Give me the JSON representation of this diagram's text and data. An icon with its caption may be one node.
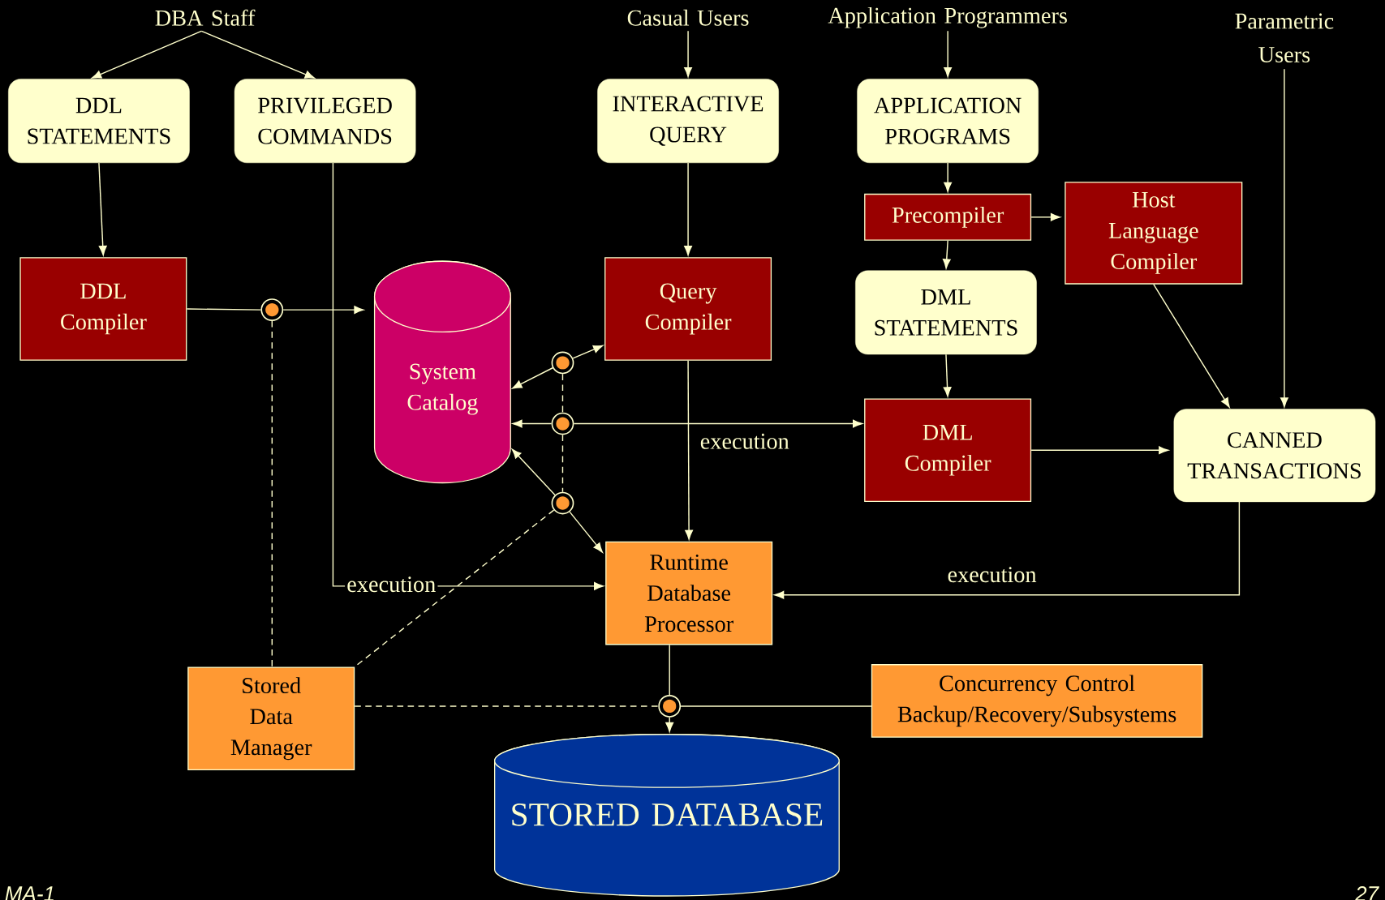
{
  "diagram": {
    "nodes": [
      {
        "text": [
          "DBA Staff"
        ]
      },
      {
        "text": [
          "Casual Users"
        ]
      },
      {
        "text": [
          "Application Programmers"
        ]
      },
      {
        "text": [
          "Parametric Users"
        ]
      },
      {
        "text": [
          "DDL STATEMENTS"
        ]
      },
      {
        "text": [
          "PRIVILEGED COMMANDS"
        ]
      },
      {
        "text": [
          "INTERACTIVE QUERY"
        ]
      },
      {
        "text": [
          "APPLICATION PROGRAMS"
        ]
      },
      {
        "text": [
          "Precompiler"
        ]
      },
      {
        "text": [
          "Host Language Compiler"
        ]
      },
      {
        "text": [
          "DML STATEMENTS"
        ]
      },
      {
        "text": [
          "DDL Compiler"
        ]
      },
      {
        "text": [
          "System Catalog"
        ]
      },
      {
        "text": [
          "Query Compiler"
        ]
      },
      {
        "text": [
          "DML Compiler"
        ]
      },
      {
        "text": [
          "CANNED TRANSACTIONS"
        ]
      },
      {
        "text": [
          "Runtime Database Processor"
        ]
      },
      {
        "text": [
          "Stored Data Manager"
        ]
      },
      {
        "text": [
          "Concurrency Control Backup/Recovery/Subsystems"
        ]
      },
      {
        "text": [
          "STORED DATABASE"
        ]
      },
      {
        "text": [],
        "shape": "circle"
      },
      {
        "text": [],
        "shape": "circle"
      },
      {
        "text": [],
        "shape": "circle"
      },
      {
        "text": [],
        "shape": "circle"
      },
      {
        "text": [],
        "shape": "circle"
      }
    ],
    "edges": [
      {
        "from": 0,
        "to": 4,
        "arrow": "to"
      },
      {
        "from": 0,
        "to": 5,
        "arrow": "to"
      },
      {
        "from": 1,
        "to": 6,
        "arrow": "to"
      },
      {
        "from": 2,
        "to": 7,
        "arrow": "to"
      },
      {
        "from": 3,
        "to": 15,
        "arrow": "to"
      },
      {
        "from": 4,
        "to": 11,
        "arrow": "to"
      },
      {
        "from": 7,
        "to": 8,
        "arrow": "to"
      },
      {
        "from": 8,
        "to": 9,
        "arrow": "to"
      },
      {
        "from": 8,
        "to": 10,
        "arrow": "to"
      },
      {
        "from": 10,
        "to": 14,
        "arrow": "to"
      },
      {
        "from": 9,
        "to": 15,
        "arrow": "to"
      },
      {
        "from": 14,
        "to": 15,
        "arrow": "to"
      },
      {
        "from": 6,
        "to": 13,
        "arrow": "to"
      },
      {
        "from": 11,
        "to": 20,
        "arrow": "none"
      },
      {
        "from": 20,
        "to": 12,
        "arrow": "to"
      },
      {
        "from": 21,
        "to": 12,
        "arrow": "to"
      },
      {
        "from": 21,
        "to": 13,
        "arrow": "to"
      },
      {
        "from": 22,
        "to": 12,
        "arrow": "to"
      },
      {
        "from": 22,
        "to": 14,
        "arrow": "to"
      },
      {
        "from": 23,
        "to": 12,
        "arrow": "to"
      },
      {
        "from": 23,
        "to": 16,
        "arrow": "to"
      },
      {
        "from": 20,
        "to": 17,
        "arrow": "none",
        "style": "dashed"
      },
      {
        "from": 21,
        "to": 22,
        "arrow": "none",
        "style": "dashed"
      },
      {
        "from": 22,
        "to": 23,
        "arrow": "none",
        "style": "dashed"
      },
      {
        "from": 23,
        "to": 17,
        "arrow": "none",
        "style": "dashed"
      },
      {
        "from": 17,
        "to": 24,
        "arrow": "none",
        "style": "dashed"
      },
      {
        "from": 24,
        "to": 18,
        "arrow": "none"
      },
      {
        "from": 16,
        "to": 24,
        "arrow": "none"
      },
      {
        "from": 24,
        "to": 19,
        "arrow": "to"
      },
      {
        "from": 13,
        "to": 16,
        "arrow": "to",
        "label": "execution"
      },
      {
        "from": 5,
        "to": 16,
        "arrow": "to",
        "label": "execution"
      },
      {
        "from": 15,
        "to": 16,
        "arrow": "to",
        "label": "execution"
      }
    ],
    "labels": [
      "MA-1",
      "27"
    ]
  }
}
